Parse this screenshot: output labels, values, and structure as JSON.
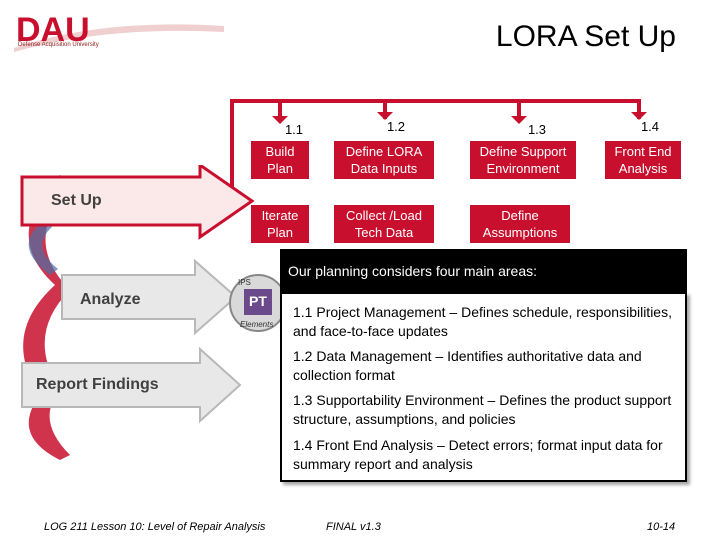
{
  "logo": {
    "letters": "DAU",
    "tagline": "Defense Acquisition University"
  },
  "title": "LORA Set Up",
  "tasks": {
    "n11": "1.1",
    "n12": "1.2",
    "n13": "1.3",
    "n14": "1.4",
    "build_plan": "Build\nPlan",
    "define_inputs": "Define LORA\nData Inputs",
    "define_env": "Define Support\nEnvironment",
    "front_end": "Front End\nAnalysis",
    "iterate_plan": "Iterate\nPlan",
    "collect_data": "Collect /Load\nTech Data",
    "define_assumptions": "Define\nAssumptions"
  },
  "phases": {
    "setup": "Set Up",
    "analyze": "Analyze",
    "report": "Report Findings",
    "badge_top": "IPS",
    "badge_center": "PT",
    "badge_bottom": "Elements"
  },
  "planning": {
    "heading": "Our planning considers four main areas:",
    "areas": [
      {
        "title": "1.1 Project Management",
        "desc": " – Defines schedule, responsibilities, and face-to-face updates"
      },
      {
        "title": "1.2 Data Management",
        "desc": " – Identifies authoritative data and collection format"
      },
      {
        "title": "1.3 Supportability Environment",
        "desc": " – Defines the product support structure, assumptions, and policies"
      },
      {
        "title": "1.4 Front End Analysis",
        "desc": " – Detect errors; format input data for summary report and analysis"
      }
    ]
  },
  "footer": {
    "course": "LOG 211 Lesson 10: Level of Repair Analysis",
    "version": "FINAL v1.3",
    "page": "10-14"
  },
  "colors": {
    "accent": "#c8102e"
  }
}
